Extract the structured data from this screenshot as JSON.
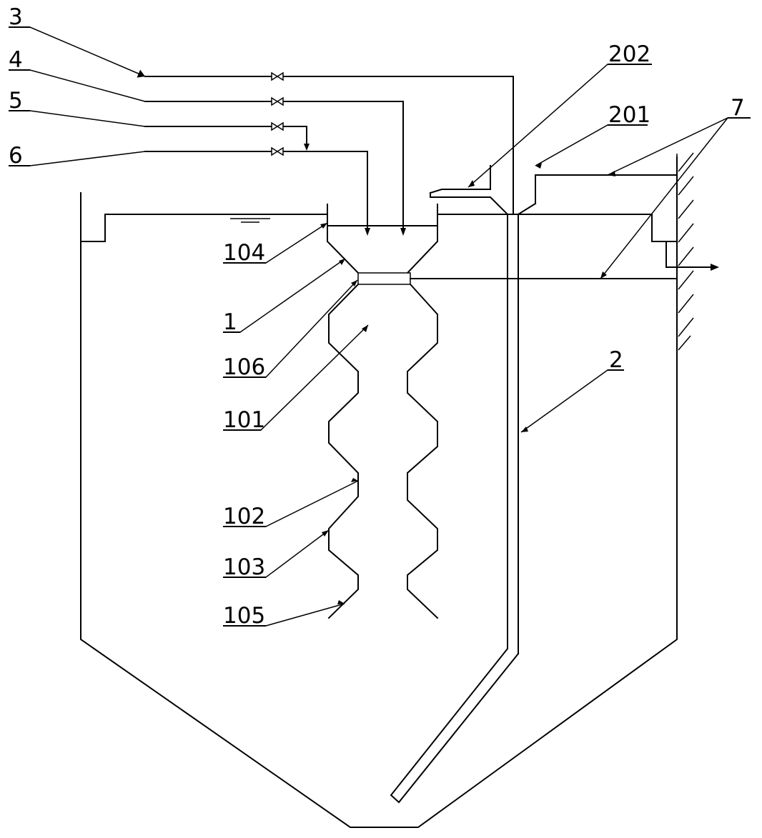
{
  "labels": {
    "l3": "3",
    "l4": "4",
    "l5": "5",
    "l6": "6",
    "l202": "202",
    "l201": "201",
    "l7": "7",
    "l104": "104",
    "l1": "1",
    "l106": "106",
    "l101": "101",
    "l2": "2",
    "l102": "102",
    "l103": "103",
    "l105": "105"
  }
}
